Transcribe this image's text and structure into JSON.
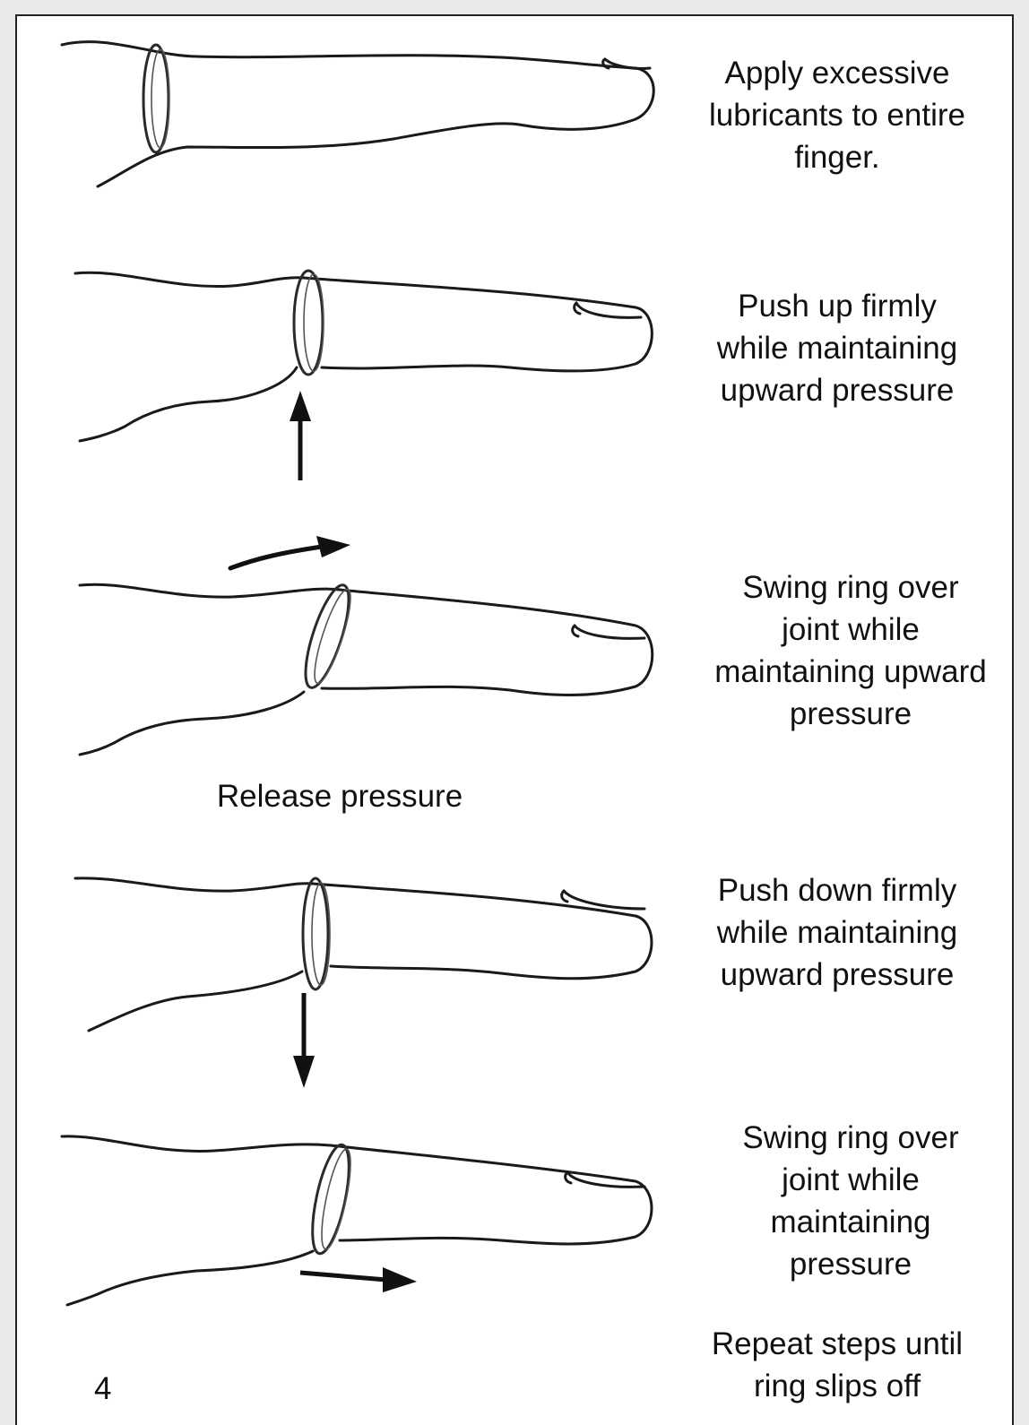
{
  "instructions": {
    "steps": [
      {
        "text": "Apply excessive\nlubricants to entire\nfinger."
      },
      {
        "text": "Push up firmly\nwhile maintaining\nupward pressure"
      },
      {
        "text": "Swing ring over\njoint while\nmaintaining upward\npressure"
      },
      {
        "text": "Release pressure"
      },
      {
        "text": "Push down firmly\nwhile maintaining\nupward pressure"
      },
      {
        "text": "Swing ring over\njoint while\nmaintaining\npressure"
      },
      {
        "text": "Repeat steps until\nring slips off"
      }
    ],
    "page_number": "4"
  }
}
